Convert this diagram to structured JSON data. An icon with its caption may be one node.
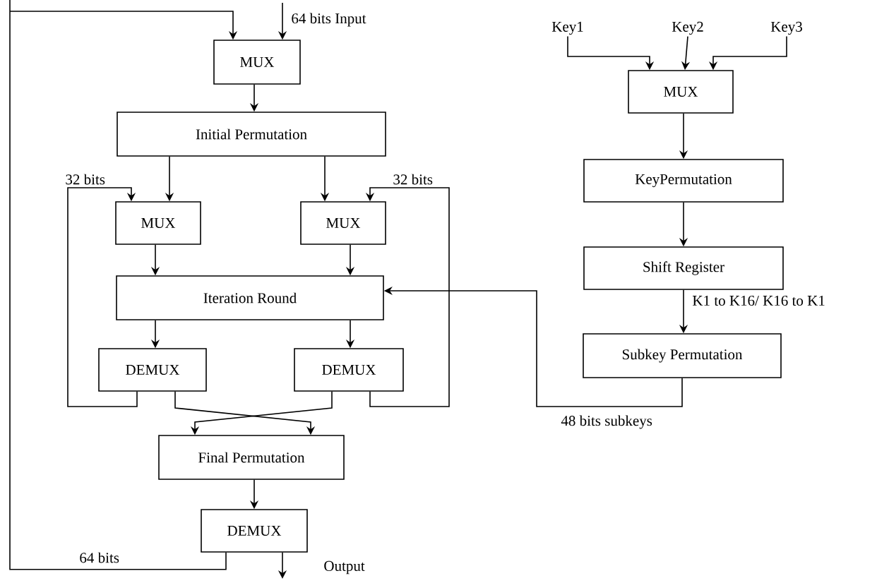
{
  "diagram": {
    "nodes": [
      {
        "text": [
          "MUX"
        ]
      },
      {
        "text": [
          "Initial Permutation"
        ]
      },
      {
        "text": [
          "MUX"
        ]
      },
      {
        "text": [
          "MUX"
        ]
      },
      {
        "text": [
          "Iteration Round"
        ]
      },
      {
        "text": [
          "DEMUX"
        ]
      },
      {
        "text": [
          "DEMUX"
        ]
      },
      {
        "text": [
          "Final Permutation"
        ]
      },
      {
        "text": [
          "DEMUX"
        ]
      },
      {
        "text": [
          "Key1"
        ]
      },
      {
        "text": [
          "Key2"
        ]
      },
      {
        "text": [
          "Key3"
        ]
      },
      {
        "text": [
          "MUX"
        ]
      },
      {
        "text": [
          "KeyPermutation"
        ]
      },
      {
        "text": [
          "Shift Register"
        ]
      },
      {
        "text": [
          "Subkey Permutation"
        ]
      }
    ],
    "edges": [
      {
        "from": null,
        "to": 0,
        "arrow": "to",
        "label": "64 bits Input"
      },
      {
        "from": 8,
        "to": 0,
        "arrow": "to",
        "label": "64 bits"
      },
      {
        "from": 0,
        "to": 1,
        "arrow": "to"
      },
      {
        "from": 1,
        "to": 2,
        "arrow": "to"
      },
      {
        "from": 1,
        "to": 3,
        "arrow": "to"
      },
      {
        "from": 5,
        "to": 2,
        "arrow": "to",
        "label": "32 bits"
      },
      {
        "from": 6,
        "to": 3,
        "arrow": "to",
        "label": "32 bits"
      },
      {
        "from": 2,
        "to": 4,
        "arrow": "to"
      },
      {
        "from": 3,
        "to": 4,
        "arrow": "to"
      },
      {
        "from": 15,
        "to": 4,
        "arrow": "to",
        "label": "48 bits subkeys"
      },
      {
        "from": 4,
        "to": 5,
        "arrow": "to"
      },
      {
        "from": 4,
        "to": 6,
        "arrow": "to"
      },
      {
        "from": 5,
        "to": 7,
        "arrow": "to"
      },
      {
        "from": 6,
        "to": 7,
        "arrow": "to"
      },
      {
        "from": 7,
        "to": 8,
        "arrow": "to"
      },
      {
        "from": 8,
        "to": null,
        "arrow": "to",
        "label": "Output"
      },
      {
        "from": 9,
        "to": 12,
        "arrow": "to"
      },
      {
        "from": 10,
        "to": 12,
        "arrow": "to"
      },
      {
        "from": 11,
        "to": 12,
        "arrow": "to"
      },
      {
        "from": 12,
        "to": 13,
        "arrow": "to"
      },
      {
        "from": 13,
        "to": 14,
        "arrow": "to"
      },
      {
        "from": 14,
        "to": 15,
        "arrow": "to",
        "label": "K1 to K16/ K16 to K1"
      }
    ]
  }
}
